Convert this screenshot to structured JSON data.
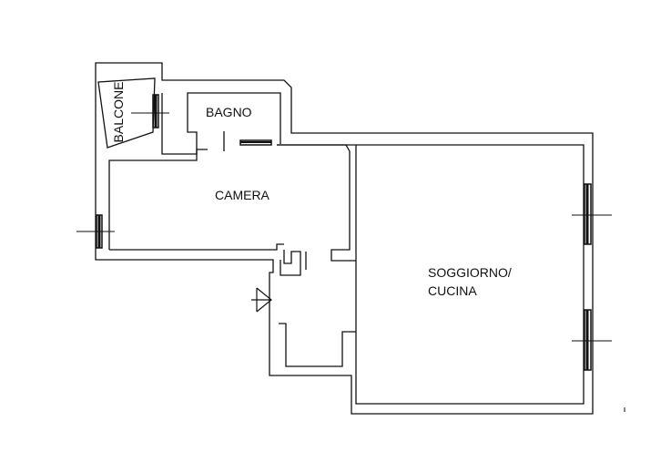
{
  "rooms": {
    "balcone": "BALCONE",
    "bagno": "BAGNO",
    "camera": "CAMERA",
    "soggiorno_line1": "SOGGIORNO/",
    "soggiorno_line2": "CUCINA"
  },
  "colors": {
    "wall": "#111111",
    "background": "#ffffff"
  }
}
